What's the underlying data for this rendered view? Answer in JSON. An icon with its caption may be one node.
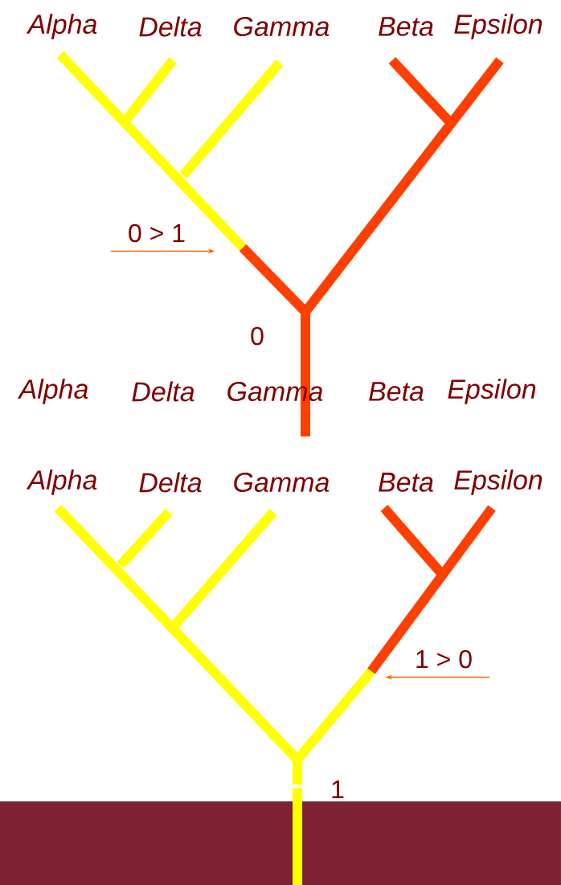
{
  "diagram": {
    "nodes": [
      {
        "text": [
          "0 > 1"
        ]
      },
      {
        "text": [
          "1 > 0"
        ]
      }
    ],
    "edges": [
      {
        "from": 0,
        "to": null,
        "arrow": "to"
      },
      {
        "from": 1,
        "to": null,
        "arrow": "to"
      }
    ],
    "labels": [
      "Alpha",
      "Delta",
      "Gamma",
      "Beta",
      "Epsilon",
      "0",
      "Alpha",
      "Delta",
      "Gamma",
      "Beta",
      "Epsilon",
      "Alpha",
      "Delta",
      "Gamma",
      "Beta",
      "Epsilon",
      "1"
    ]
  }
}
